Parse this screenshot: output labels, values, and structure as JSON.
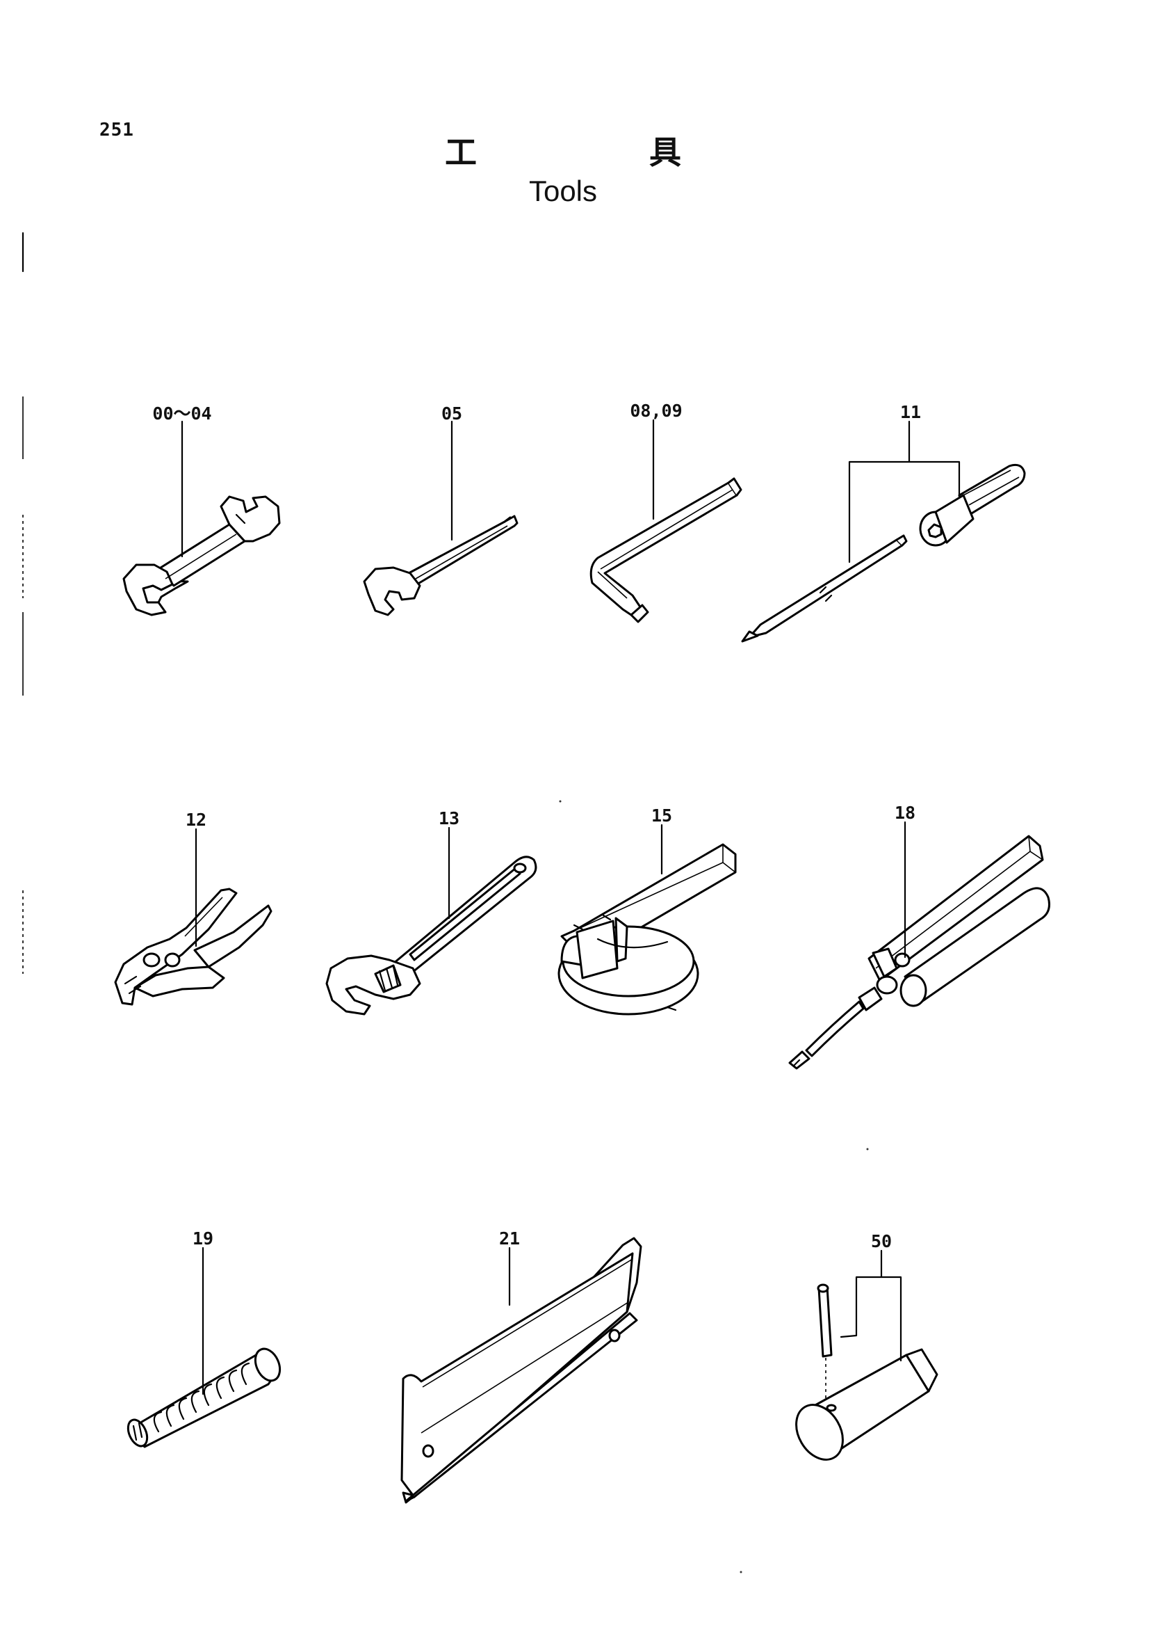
{
  "page": {
    "number": "251",
    "title_jp_first": "工",
    "title_jp_second": "具",
    "title_en": "Tools"
  },
  "callouts": {
    "spanner_set": "00～04",
    "single_spanner": "05",
    "hex_key": "08,09",
    "screwdriver": "11",
    "pliers": "12",
    "adjustable_wrench": "13",
    "filter_wrench": "15",
    "grease_gun": "18",
    "tube": "19",
    "tool_bag": "21",
    "pin_tool": "50"
  },
  "colors": {
    "ink": "#000000",
    "paper": "#ffffff"
  }
}
